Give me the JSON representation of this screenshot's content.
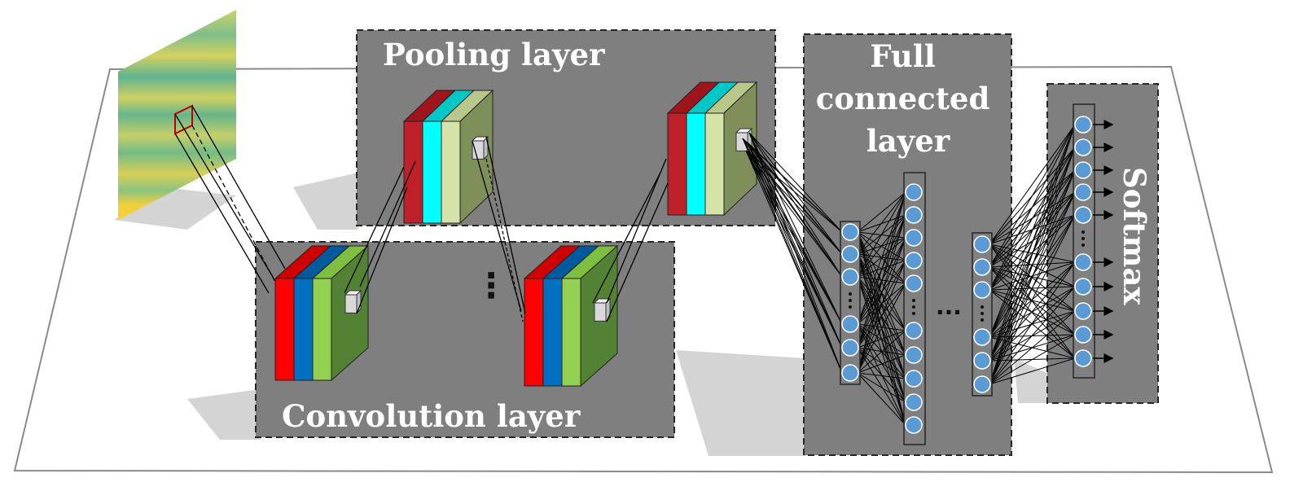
{
  "labels": {
    "pooling": "Pooling layer",
    "convolution": "Convolution layer",
    "full_connected": [
      "Full",
      "connected",
      "layer"
    ],
    "softmax": "Softmax",
    "ellipsis_conv": "⋮",
    "ellipsis_fc_between": "..."
  },
  "colors": {
    "panel_fill": "#7f7f7f",
    "panel_border": "#262626",
    "platform_fill": "#ffffff",
    "node_fill": "#5b9bd5",
    "node_stroke": "#1f4e79",
    "conv_slabs": [
      "#ff0000",
      "#0070c0",
      "#92d050",
      "#548235"
    ],
    "pool_slabs": [
      "#c0202a",
      "#00ffff",
      "#d6e3a8",
      "#7f8f5a"
    ]
  }
}
